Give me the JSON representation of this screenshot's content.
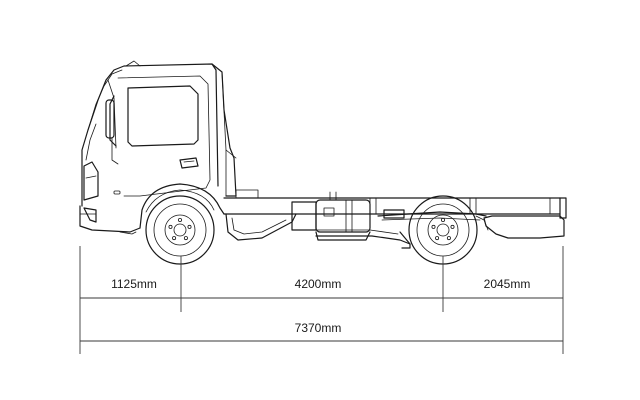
{
  "dimensions": {
    "front_overhang": "1125mm",
    "wheelbase": "4200mm",
    "rear_overhang": "2045mm",
    "overall_length": "7370mm"
  }
}
